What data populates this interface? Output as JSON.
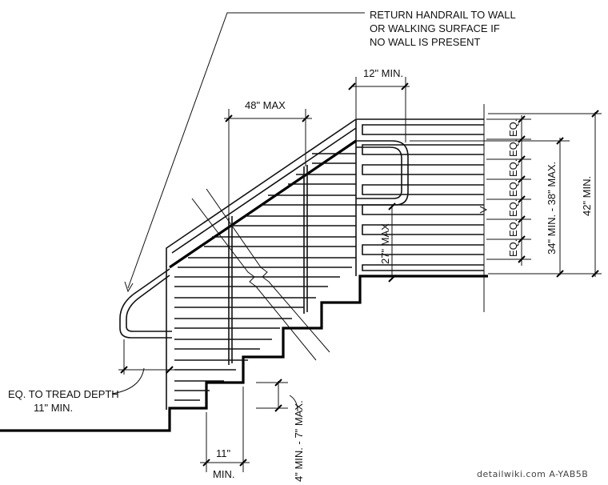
{
  "notes": {
    "return_line1": "RETURN HANDRAIL TO WALL",
    "return_line2": "OR WALKING SURFACE IF",
    "return_line3": "NO WALL IS PRESENT"
  },
  "dimensions": {
    "top_12_min": "12\" MIN.",
    "baluster_48_max": "48\" MAX",
    "eq": "EQ.",
    "handrail_34_38": "34\" MIN. - 38\" MAX.",
    "guard_42_min": "42\" MIN.",
    "landing_27_max": "27\" MAX",
    "tread_eq_line1": "EQ. TO TREAD DEPTH",
    "tread_eq_line2": "11\" MIN.",
    "riser": "4\" MIN. - 7\" MAX.",
    "tread_11": "11\"",
    "tread_min": "MIN."
  },
  "credit": "detailwiki.com  A-YAB5B"
}
